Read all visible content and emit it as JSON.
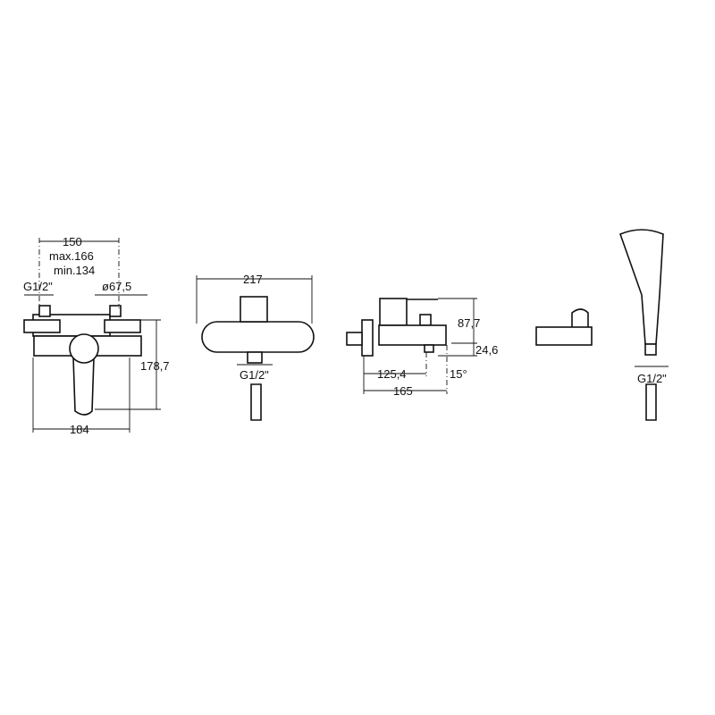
{
  "views": {
    "front": {
      "dim_width_top": "150",
      "dim_max": "max.166",
      "dim_min": "min.134",
      "dim_thread": "G1/2\"",
      "dim_diameter": "ø67,5",
      "dim_height": "178,7",
      "dim_width_bottom": "184"
    },
    "top": {
      "dim_width": "217",
      "dim_thread": "G1/2\""
    },
    "side": {
      "dim_height": "87,7",
      "dim_spout": "24,6",
      "dim_outlet": "125,4",
      "dim_depth": "165",
      "dim_angle": "15°"
    },
    "handshower": {
      "dim_thread": "G1/2\""
    }
  }
}
